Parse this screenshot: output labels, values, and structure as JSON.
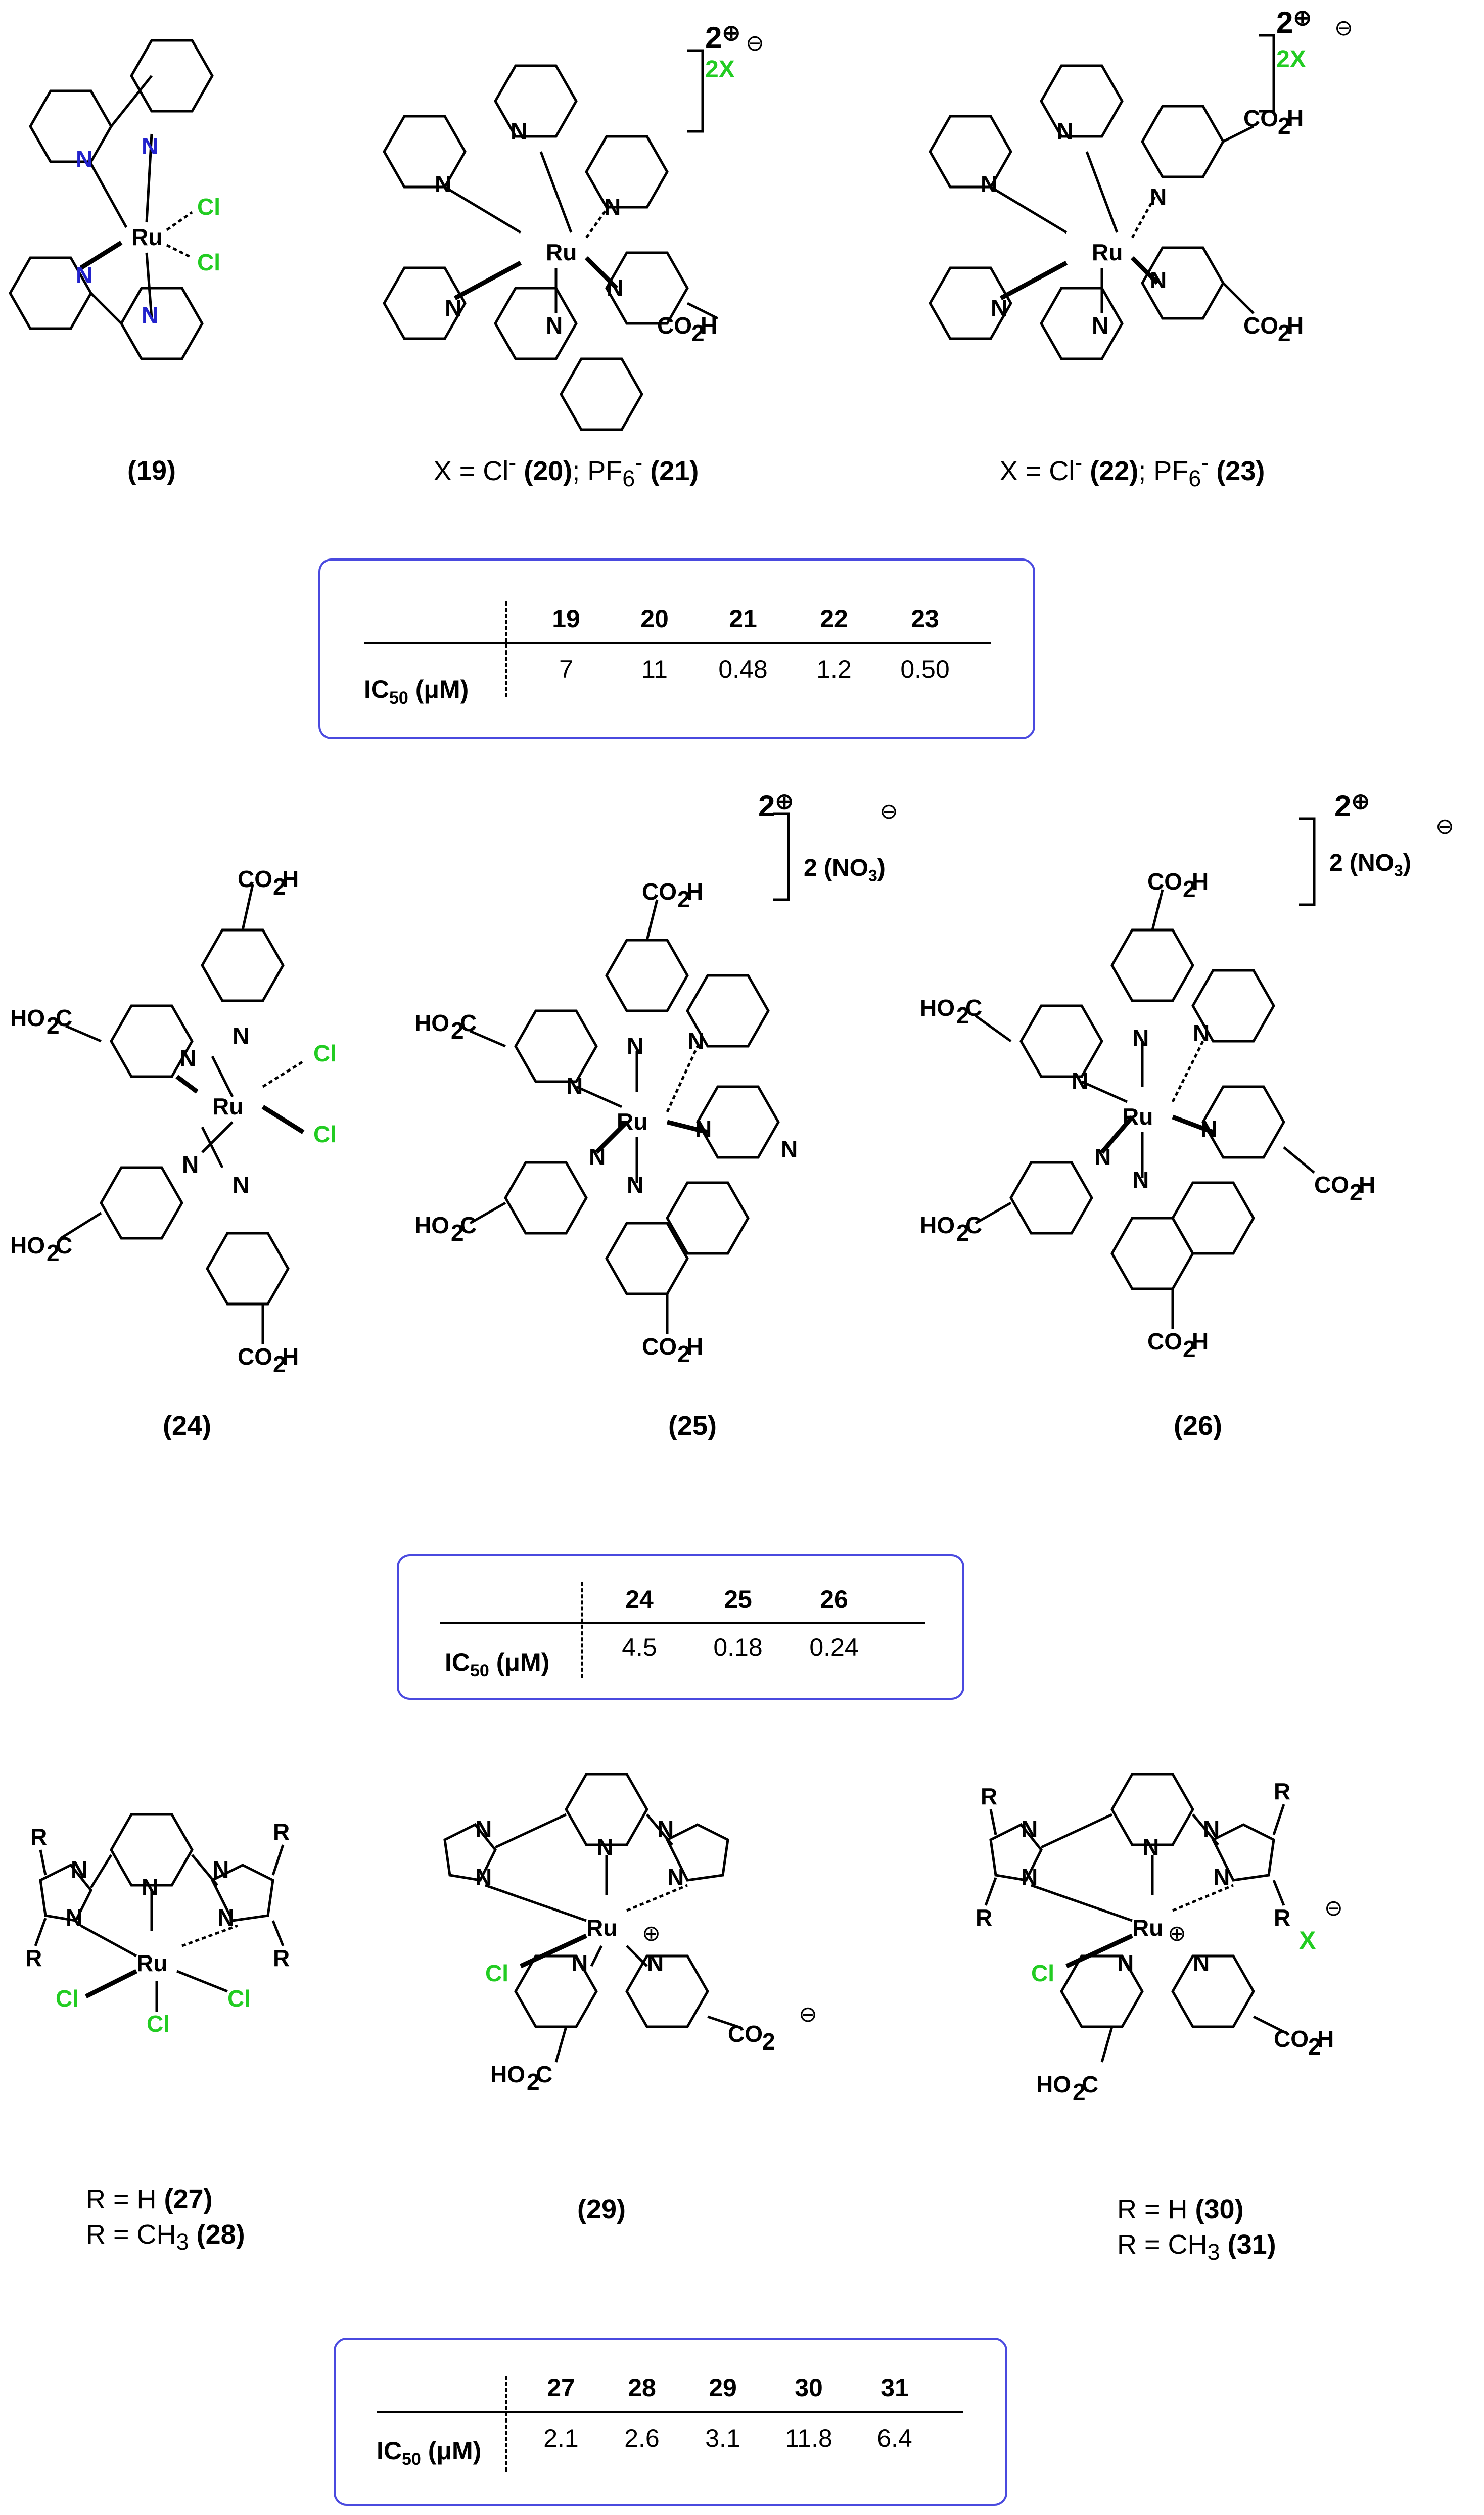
{
  "colors": {
    "border": "#4a4adf",
    "chlorine": "#22cc22",
    "oxygen": "#dd1111",
    "nitrogen_row1": "#2222cc",
    "x_green": "#22cc22"
  },
  "compounds": {
    "c19": {
      "label": "(19)"
    },
    "c20_21": {
      "label_prefix": "X = Cl",
      "sup1": "-",
      "a": "(20)",
      "sep": "; PF",
      "sub6": "6",
      "sup2": "-",
      "b": "(21)",
      "charge": "2",
      "counter": "2X"
    },
    "c22_23": {
      "label_prefix": "X = Cl",
      "sup1": "-",
      "a": "(22)",
      "sep": "; PF",
      "sub6": "6",
      "sup2": "-",
      "b": "(23)",
      "charge": "2",
      "counter": "2X"
    },
    "c24": {
      "label": "(24)"
    },
    "c25": {
      "label": "(25)",
      "charge": "2",
      "counter": "2 (NO",
      "counter_sub": "3",
      "counter_end": ")"
    },
    "c26": {
      "label": "(26)",
      "charge": "2",
      "counter": "2 (NO",
      "counter_sub": "3",
      "counter_end": ")"
    },
    "c27_28": {
      "line1": "R = H ",
      "line1b": "(27)",
      "line2": "R = CH",
      "line2sub": "3",
      "line2b": "(28)"
    },
    "c29": {
      "label": "(29)"
    },
    "c30_31": {
      "line1": "R = H ",
      "line1b": "(30)",
      "line2": "R = CH",
      "line2sub": "3",
      "line2b": "(31)",
      "counter": "X"
    }
  },
  "atoms": {
    "Ru": "Ru",
    "N": "N",
    "Cl": "Cl",
    "R": "R",
    "CO2H": "CO",
    "CO2H_sub": "2",
    "H": "H",
    "HO2C": "HO",
    "HO2C_sub": "2",
    "C": "C",
    "CO2_minus": "CO"
  },
  "tables": [
    {
      "row_label": "IC",
      "row_label_sub": "50",
      "row_label_unit": " (μM)",
      "headers": [
        "19",
        "20",
        "21",
        "22",
        "23"
      ],
      "values": [
        "7",
        "11",
        "0.48",
        "1.2",
        "0.50"
      ]
    },
    {
      "row_label": "IC",
      "row_label_sub": "50",
      "row_label_unit": " (μM)",
      "headers": [
        "24",
        "25",
        "26"
      ],
      "values": [
        "4.5",
        "0.18",
        "0.24"
      ]
    },
    {
      "row_label": "IC",
      "row_label_sub": "50",
      "row_label_unit": " (μM)",
      "headers": [
        "27",
        "28",
        "29",
        "30",
        "31"
      ],
      "values": [
        "2.1",
        "2.6",
        "3.1",
        "11.8",
        "6.4"
      ]
    }
  ]
}
